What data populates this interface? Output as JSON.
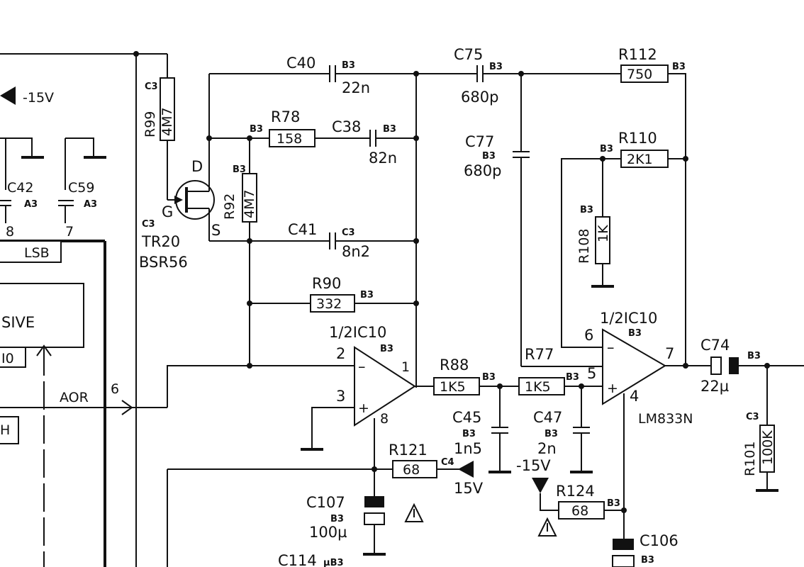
{
  "supplies": {
    "neg15_left": "-15V",
    "pos15": "15V",
    "neg15_mid": "-15V"
  },
  "left_block": {
    "lsb": "LSB",
    "sive": "SIVE",
    "io": "I0",
    "h": "H",
    "aor": "AOR",
    "pin6": "6",
    "pin8": "8",
    "pin7": "7"
  },
  "components": {
    "c42": {
      "ref": "C42",
      "ref2": "A3"
    },
    "c59": {
      "ref": "C59",
      "ref2": "A3"
    },
    "r99": {
      "ref": "R99",
      "value": "4M7",
      "ref2": "C3"
    },
    "tr20": {
      "ref": "TR20",
      "part": "BSR56",
      "ref2": "C3",
      "pin_d": "D",
      "pin_g": "G",
      "pin_s": "S"
    },
    "c40": {
      "ref": "C40",
      "value": "22n",
      "ref2": "B3"
    },
    "r78": {
      "ref": "R78",
      "value": "158",
      "ref2": "B3"
    },
    "c38": {
      "ref": "C38",
      "value": "82n",
      "ref2": "B3"
    },
    "r92": {
      "ref": "R92",
      "value": "4M7",
      "ref2": "B3"
    },
    "c41": {
      "ref": "C41",
      "value": "8n2",
      "ref2": "C3"
    },
    "r90": {
      "ref": "R90",
      "value": "332",
      "ref2": "B3"
    },
    "c75": {
      "ref": "C75",
      "value": "680p",
      "ref2": "B3"
    },
    "r112": {
      "ref": "R112",
      "value": "750",
      "ref2": "B3"
    },
    "c77": {
      "ref": "C77",
      "value": "680p",
      "ref2": "B3"
    },
    "r110": {
      "ref": "R110",
      "value": "2K1",
      "ref2": "B3"
    },
    "r108": {
      "ref": "R108",
      "value": "1K",
      "ref2": "B3"
    },
    "r88": {
      "ref": "R88",
      "value": "1K5",
      "ref2": "B3"
    },
    "r77": {
      "ref": "R77",
      "value": "1K5",
      "ref2": "B3"
    },
    "c45": {
      "ref": "C45",
      "value": "1n5",
      "ref2": "B3"
    },
    "c47": {
      "ref": "C47",
      "value": "2n",
      "ref2": "B3"
    },
    "r121": {
      "ref": "R121",
      "value": "68",
      "ref2": "C4"
    },
    "r124": {
      "ref": "R124",
      "value": "68",
      "ref2": "B3"
    },
    "c107": {
      "ref": "C107",
      "value": "100µ",
      "ref2": "B3"
    },
    "c114": {
      "ref": "C114",
      "ref2": "µB3"
    },
    "c106": {
      "ref": "C106",
      "ref2": "B3"
    },
    "c74": {
      "ref": "C74",
      "value": "22µ",
      "ref2": "B3"
    },
    "r101": {
      "ref": "R101",
      "value": "100K",
      "ref2": "C3"
    }
  },
  "opamp1": {
    "label": "1/2IC10",
    "ref2": "B3",
    "pin_inv": "2",
    "pin_noninv": "3",
    "pin_out": "1",
    "pin_v": "8"
  },
  "opamp2": {
    "label": "1/2IC10",
    "ref2": "B3",
    "pin_inv": "6",
    "pin_noninv": "5",
    "pin_out": "7",
    "pin_v": "4",
    "part": "LM833N"
  }
}
